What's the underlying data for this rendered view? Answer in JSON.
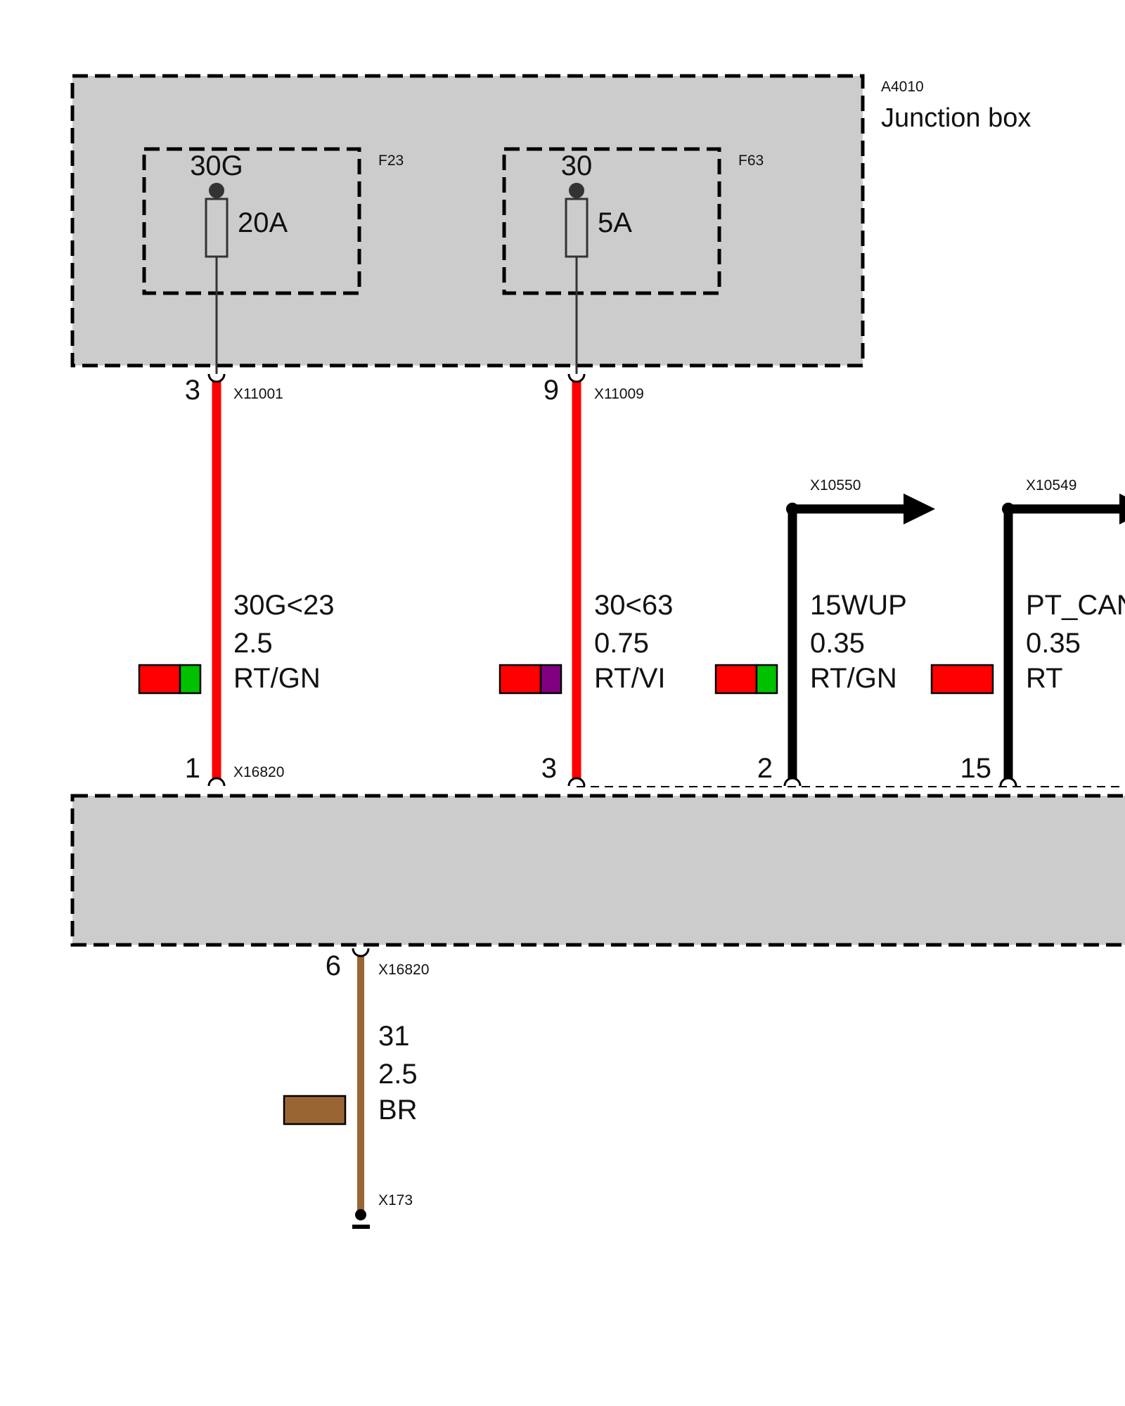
{
  "junction_box": {
    "id": "A4010",
    "name": "Junction box",
    "fuses": [
      {
        "id": "F23",
        "terminal": "30G",
        "rating": "20A"
      },
      {
        "id": "F63",
        "terminal": "30",
        "rating": "5A"
      }
    ]
  },
  "top_connectors": [
    {
      "id": "X11001",
      "pin": "3"
    },
    {
      "id": "X11009",
      "pin": "9"
    }
  ],
  "outgoing_connectors": [
    {
      "id": "X10550"
    },
    {
      "id": "X10549"
    }
  ],
  "wires": [
    {
      "signal": "30G<23",
      "gauge": "2.5",
      "color_code": "RT/GN",
      "colors": [
        "#ff0000",
        "#00c000"
      ],
      "bottom_pin": "1",
      "bottom_connector": "X16820"
    },
    {
      "signal": "30<63",
      "gauge": "0.75",
      "color_code": "RT/VI",
      "colors": [
        "#ff0000",
        "#800080"
      ],
      "bottom_pin": "3"
    },
    {
      "signal": "15WUP",
      "gauge": "0.35",
      "color_code": "RT/GN",
      "colors": [
        "#ff0000",
        "#00c000"
      ],
      "bottom_pin": "2"
    },
    {
      "signal": "PT_CAN",
      "gauge": "0.35",
      "color_code": "RT",
      "colors": [
        "#ff0000"
      ],
      "bottom_pin": "15"
    }
  ],
  "ground_wire": {
    "pin": "6",
    "connector": "X16820",
    "signal": "31",
    "gauge": "2.5",
    "color_code": "BR",
    "color": "#996633",
    "ground_point": "X173"
  },
  "colors": {
    "box_fill": "#cccccc",
    "red_wire": "#ff0000",
    "black_wire": "#000000",
    "brown_wire": "#996633"
  }
}
